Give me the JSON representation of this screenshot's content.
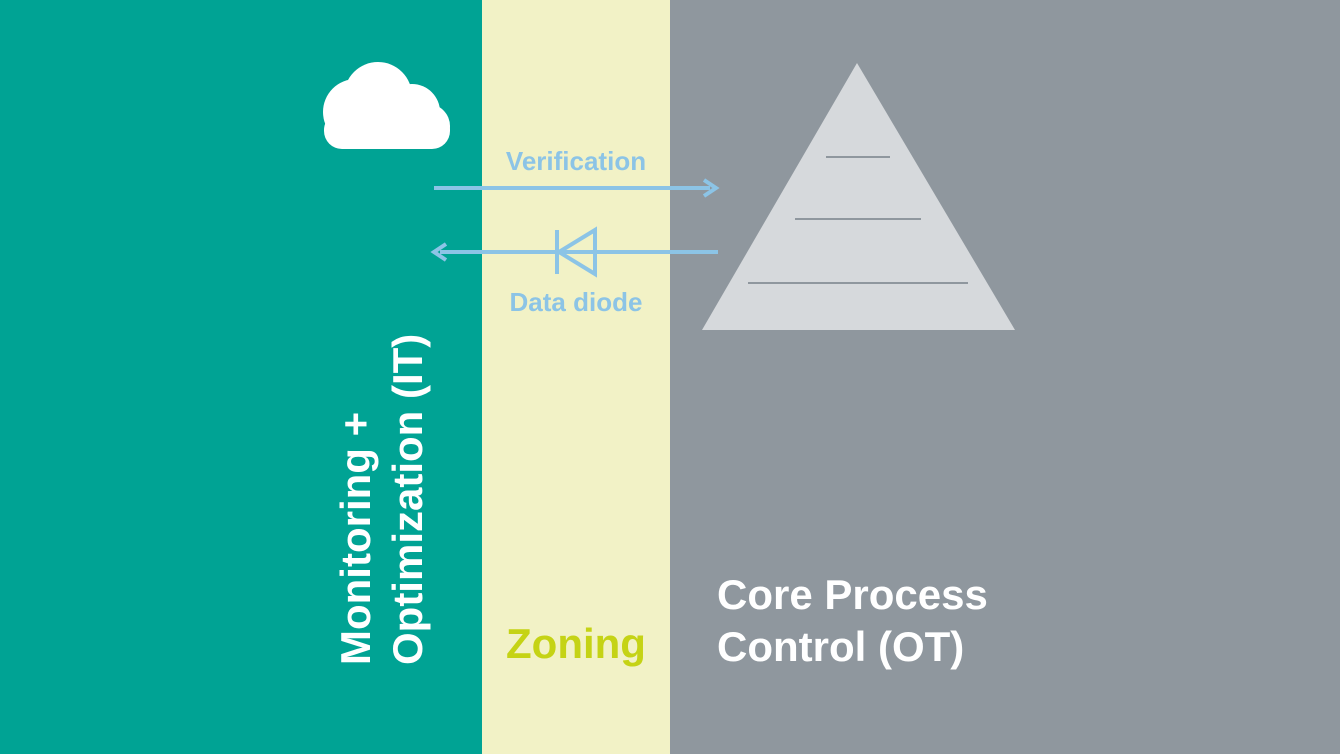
{
  "colors": {
    "it_zone": "#00a394",
    "zoning_zone": "#f2f2c6",
    "ot_zone": "#8f979e",
    "arrow": "#8cc4e6",
    "flow_text": "#8cc4e6",
    "zoning_text": "#c5d315",
    "pyramid_fill": "#d6d9dc",
    "pyramid_lines": "#8f979e",
    "cloud": "#ffffff"
  },
  "icons": {
    "cloud": "cloud-icon",
    "diode": "diode-icon",
    "pyramid": "pyramid-icon"
  },
  "it_zone": {
    "label_line1": "Monitoring +",
    "label_line2": "Optimization (IT)"
  },
  "zoning_zone": {
    "label": "Zoning"
  },
  "ot_zone": {
    "label_line1": "Core Process",
    "label_line2": "Control (OT)"
  },
  "flows": {
    "verification": "Verification",
    "data_diode": "Data diode"
  }
}
